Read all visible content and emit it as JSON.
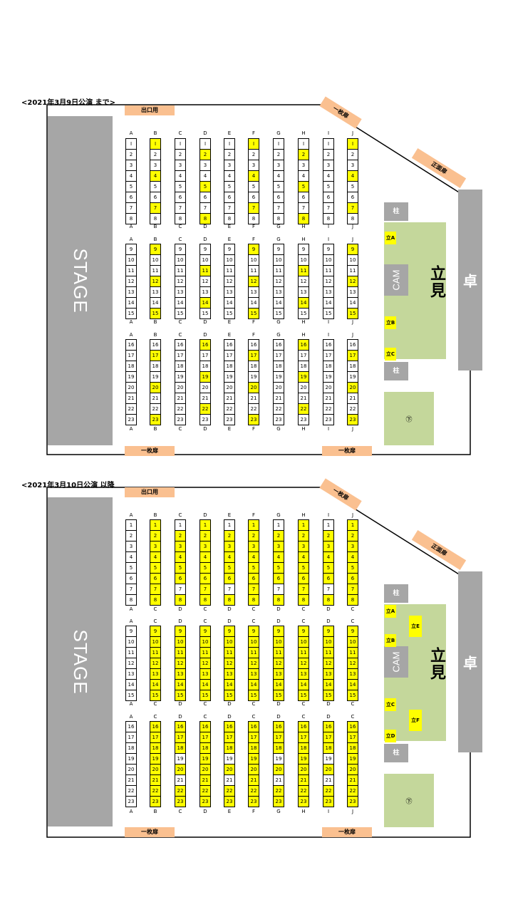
{
  "labels": {
    "stage": "STAGE",
    "exit": "出口用",
    "door_single": "一枚扉",
    "door_front": "正面扉",
    "standing": "立見",
    "cam": "CAM",
    "pillar": "柱",
    "desk": "卓",
    "misc": "㊦"
  },
  "plans": [
    {
      "title": "<2021年3月9日公演 まで>",
      "top_row_labels": [
        "A",
        "B",
        "C",
        "D",
        "E",
        "F",
        "G",
        "H",
        "I",
        "J"
      ],
      "mid_row_labels": [
        "A",
        "B",
        "C",
        "D",
        "E",
        "F",
        "G",
        "H",
        "I",
        "J"
      ],
      "block_labels": [
        [
          "A",
          "B",
          "C",
          "D",
          "E",
          "F",
          "G",
          "H",
          "I",
          "J"
        ],
        [
          "A",
          "B",
          "C",
          "D",
          "E",
          "F",
          "G",
          "H",
          "I",
          "J"
        ],
        [
          "A",
          "B",
          "C",
          "D",
          "E",
          "F",
          "G",
          "H",
          "I",
          "J"
        ],
        [
          "A",
          "B",
          "C",
          "D",
          "E",
          "F",
          "G",
          "H",
          "I",
          "J"
        ]
      ],
      "first_seat_glyph": "I",
      "highlight_cols": {
        "B": [
          1,
          4,
          7,
          9,
          12,
          15,
          17,
          20,
          23
        ],
        "D": [
          2,
          5,
          8,
          11,
          14,
          16,
          19,
          22
        ],
        "F": [
          1,
          4,
          7,
          9,
          12,
          15,
          17,
          20,
          23
        ],
        "H": [
          2,
          5,
          8,
          11,
          14,
          16,
          19,
          22
        ],
        "J": [
          1,
          4,
          7,
          9,
          12,
          15,
          17,
          20,
          23
        ]
      },
      "stand_spots": [
        {
          "id": "a",
          "label": "立A"
        },
        {
          "id": "b",
          "label": "立B"
        },
        {
          "id": "c",
          "label": "立C"
        }
      ]
    },
    {
      "title": "<2021年3月10日公演 以降",
      "block_labels": [
        [
          "A",
          "B",
          "C",
          "D",
          "E",
          "F",
          "G",
          "H",
          "I",
          "J"
        ],
        [
          "A",
          "C",
          "D",
          "C",
          "D",
          "C",
          "D",
          "C",
          "D",
          "C"
        ],
        [
          "A",
          "C",
          "D",
          "C",
          "D",
          "C",
          "D",
          "C",
          "D",
          "C"
        ],
        [
          "A",
          "B",
          "C",
          "D",
          "E",
          "F",
          "G",
          "H",
          "I",
          "J"
        ]
      ],
      "first_seat_glyph": "1",
      "highlight_cols": {
        "B": "all",
        "C": [
          2,
          3,
          4,
          5,
          6,
          8,
          9,
          10,
          11,
          12,
          13,
          14,
          15,
          16,
          17,
          18,
          20,
          22,
          23
        ],
        "D": "all",
        "E": [
          2,
          3,
          4,
          5,
          6,
          8,
          9,
          10,
          11,
          12,
          13,
          14,
          15,
          16,
          17,
          18,
          20,
          22,
          23
        ],
        "F": "all",
        "G": [
          2,
          3,
          4,
          5,
          6,
          8,
          9,
          10,
          11,
          12,
          13,
          14,
          15,
          16,
          17,
          18,
          20,
          22,
          23
        ],
        "H": "all",
        "I": [
          2,
          3,
          4,
          5,
          6,
          8,
          9,
          10,
          11,
          12,
          13,
          14,
          15,
          16,
          17,
          18,
          20,
          22,
          23
        ],
        "J": "all"
      },
      "stand_spots": [
        {
          "id": "a",
          "label": "立A"
        },
        {
          "id": "b",
          "label": "立B"
        },
        {
          "id": "c",
          "label": "立C"
        },
        {
          "id": "d",
          "label": "立D"
        },
        {
          "id": "e",
          "label": "立E"
        },
        {
          "id": "f",
          "label": "立F"
        }
      ]
    }
  ]
}
